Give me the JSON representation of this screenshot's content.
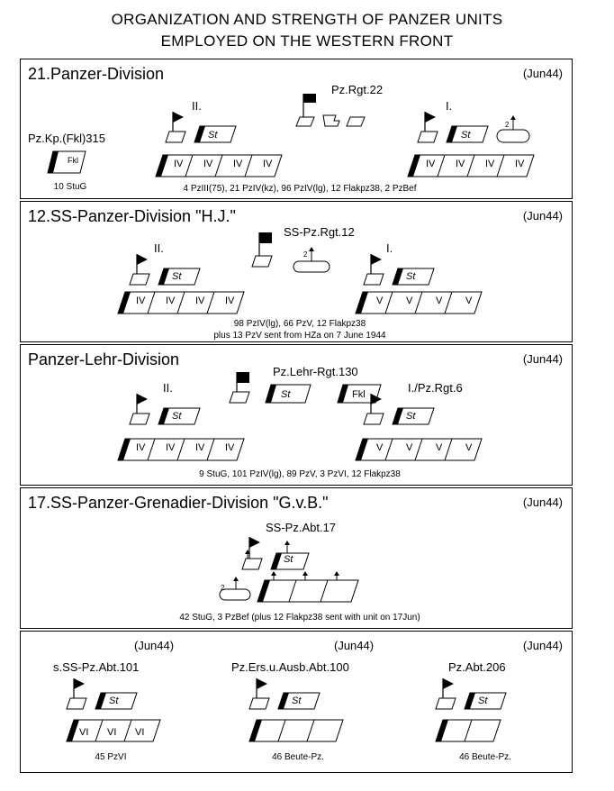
{
  "title": {
    "line1": "ORGANIZATION AND STRENGTH OF PANZER UNITS",
    "line2": "EMPLOYED ON THE WESTERN FRONT"
  },
  "symbols": {
    "staff": "St",
    "fkl": "Fkl",
    "fkl_regt": "Fkl",
    "tank_iv": "IV",
    "tank_v": "V",
    "tank_vi": "VI",
    "workshop_num": "2"
  },
  "panels": [
    {
      "division": "21.Panzer-Division",
      "date": "(Jun44)",
      "regiment": "Pz.Rgt.22",
      "battalions": [
        "II.",
        "I."
      ],
      "extra_unit": "Pz.Kp.(Fkl)315",
      "extra_caption": "10 StuG",
      "strength": "4 PzIII(75), 21 PzIV(kz), 96 PzIV(lg), 12 Flakpz38, 2 PzBef"
    },
    {
      "division": "12.SS-Panzer-Division \"H.J.\"",
      "date": "(Jun44)",
      "regiment": "SS-Pz.Rgt.12",
      "battalions": [
        "II.",
        "I."
      ],
      "strength": "98 PzIV(lg), 66 PzV, 12 Flakpz38",
      "strength2": "plus 13 PzV sent from HZa on 7 June 1944"
    },
    {
      "division": "Panzer-Lehr-Division",
      "date": "(Jun44)",
      "regiment": "Pz.Lehr-Rgt.130",
      "battalions": [
        "II.",
        "I./Pz.Rgt.6"
      ],
      "strength": "9 StuG, 101 PzIV(lg), 89 PzV, 3 PzVI, 12 Flakpz38"
    },
    {
      "division": "17.SS-Panzer-Grenadier-Division \"G.v.B.\"",
      "date": "(Jun44)",
      "regiment": "SS-Pz.Abt.17",
      "strength": "42 StuG, 3 PzBef (plus 12 Flakpz38 sent with unit on 17Jun)"
    },
    {
      "units": [
        {
          "date": "(Jun44)",
          "name": "s.SS-Pz.Abt.101",
          "caption": "45 PzVI"
        },
        {
          "date": "(Jun44)",
          "name": "Pz.Ers.u.Ausb.Abt.100",
          "caption": "46 Beute-Pz."
        },
        {
          "date": "(Jun44)",
          "name": "Pz.Abt.206",
          "caption": "46 Beute-Pz."
        }
      ]
    }
  ]
}
